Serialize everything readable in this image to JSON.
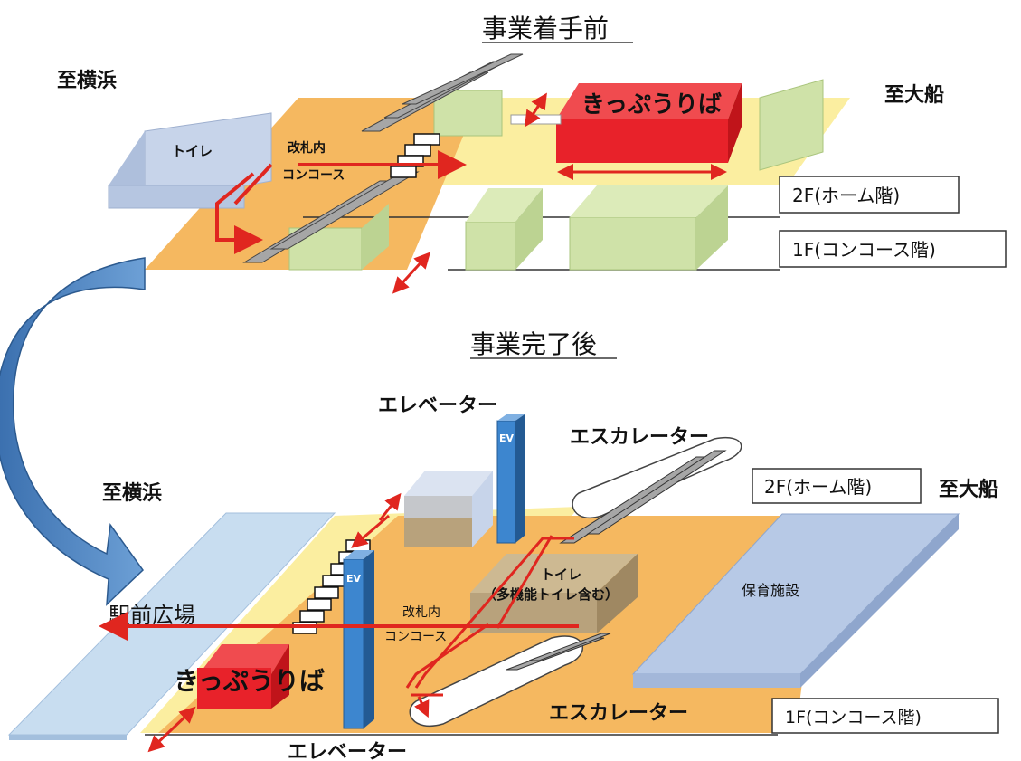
{
  "before": {
    "title": "事業着手前",
    "to_yokohama": "至横浜",
    "to_ofuna": "至大船",
    "toilet": "トイレ",
    "concourse_line1": "改札内",
    "concourse_line2": "コンコース",
    "ticket": "きっぷうりば",
    "floor_2f": "2F(ホーム階)",
    "floor_1f": "1F(コンコース階)"
  },
  "after": {
    "title": "事業完了後",
    "to_yokohama": "至横浜",
    "to_ofuna": "至大船",
    "elevator_top": "エレベーター",
    "elevator_bottom": "エレベーター",
    "escalator_top": "エスカレーター",
    "escalator_bottom": "エスカレーター",
    "ev_mark_top": "EV",
    "ev_mark_front": "EV",
    "floor_2f": "2F(ホーム階)",
    "floor_1f": "1F(コンコース階)",
    "plaza": "駅前広場",
    "nursery": "保育施設",
    "toilet_line1": "トイレ",
    "toilet_line2": "（多機能トイレ含む）",
    "concourse_line1": "改札内",
    "concourse_line2": "コンコース",
    "ticket": "きっぷうりば"
  },
  "colors": {
    "concourse_orange": "#f5b860",
    "platform_yellow": "#fbeea0",
    "ticket_red": "#e8222a",
    "elevator_blue": "#3d86cf",
    "flow_arrow": "#e0261f",
    "big_arrow": "#4f86c2",
    "green_block": "#cfe2a8",
    "blue_block": "#c7d4ea",
    "brown_block": "#b8a27c"
  }
}
